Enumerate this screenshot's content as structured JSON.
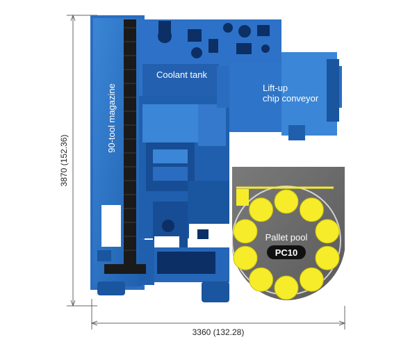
{
  "dimensions": {
    "height": "3870 (152.36)",
    "width": "3360 (132.28)"
  },
  "labels": {
    "coolant_tank": "Coolant tank",
    "chip_conveyor_line1": "Lift-up",
    "chip_conveyor_line2": "chip conveyor",
    "tool_magazine": "90-tool magazine",
    "pallet_pool": "Pallet pool",
    "pallet_badge": "PC10"
  },
  "pallet_pool": {
    "pallet_count": 10
  },
  "colors": {
    "machine_blue": "#1f5fae",
    "machine_blue_light": "#3b86d6",
    "machine_dark": "#0c2f66",
    "pool_gray": "#6e6e6e",
    "pallet_yellow": "#f7ec2a",
    "badge_black": "#111111",
    "dim_line": "#666666"
  }
}
